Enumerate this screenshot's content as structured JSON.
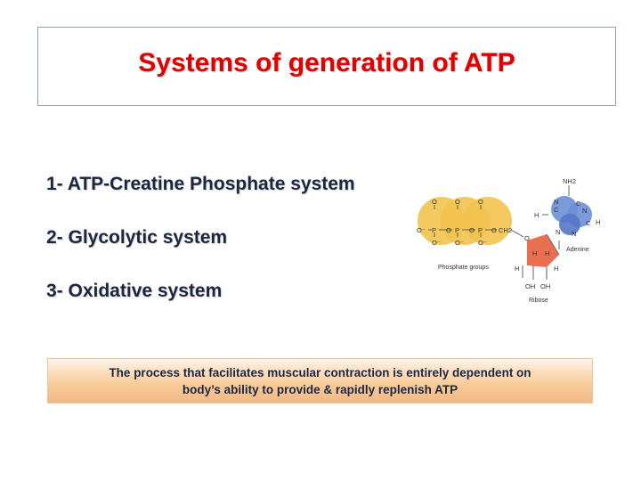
{
  "header": {
    "title": "Systems of generation of ATP"
  },
  "systems": [
    "1- ATP-Creatine Phosphate system",
    "2- Glycolytic system",
    "3- Oxidative system"
  ],
  "diagram": {
    "phosphate_label": "Phosphate groups",
    "adenine_label": "Adenine",
    "ribose_label": "Ribose",
    "nh2": "NH2",
    "atoms": {
      "o": "O",
      "p": "P",
      "h": "H",
      "n": "N",
      "c": "C",
      "oh": "OH",
      "ch2": "CH2",
      "ominus": "O⁻"
    },
    "colors": {
      "phosphate": "#f2c24e",
      "ribose": "#e87050",
      "adenine": "#6d8fd8"
    }
  },
  "banner": {
    "line1": "The process that facilitates muscular contraction is entirely dependent on",
    "line2": "body’s ability to provide & rapidly replenish ATP"
  }
}
